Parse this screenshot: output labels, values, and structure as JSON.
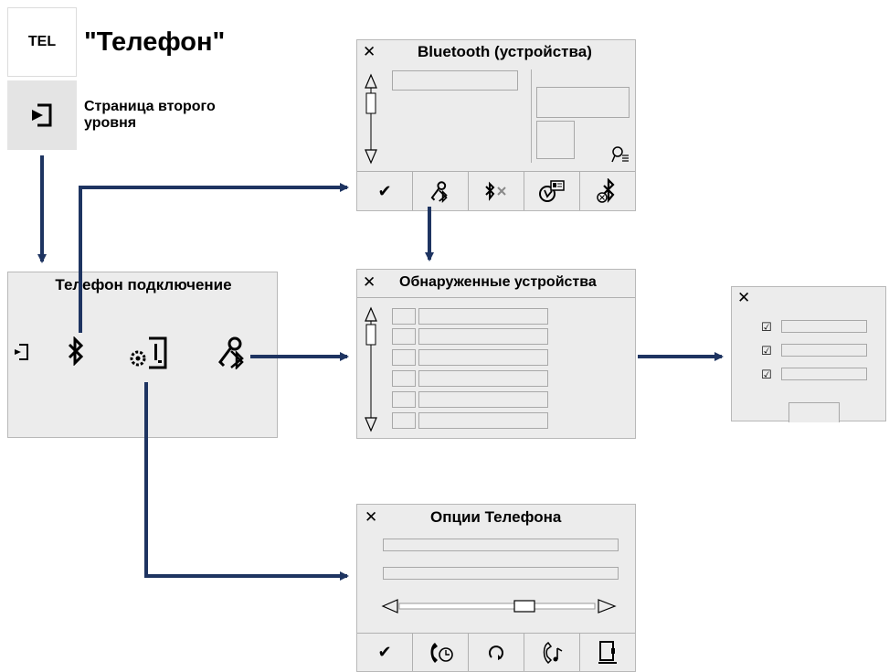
{
  "colors": {
    "arrow": "#1e3461",
    "panel_bg": "#ececec",
    "border": "#b8b8b8"
  },
  "legend": {
    "tel_label": "TEL",
    "main_title": "\"Телефон\"",
    "second_level_label": "Страница второго уровня"
  },
  "phone_connection": {
    "title": "Телефон подключение",
    "icons": [
      "exit-icon",
      "bluetooth-icon",
      "phone-settings-icon",
      "pairing-icon"
    ]
  },
  "bluetooth_devices": {
    "close": "✕",
    "title": "Bluetooth (устройства)",
    "toolbar": [
      "confirm-icon",
      "pairing-icon",
      "bluetooth-disconnect-icon",
      "contact-sync-icon",
      "bluetooth-delete-icon"
    ]
  },
  "found_devices": {
    "close": "✕",
    "title": "Обнаруженные устройства",
    "rows": 6
  },
  "options_dialog": {
    "close": "✕",
    "checkbox_rows": 3
  },
  "phone_options": {
    "close": "✕",
    "title": "Опции Телефона",
    "toolbar": [
      "confirm-icon",
      "call-history-icon",
      "refresh-icon",
      "ringtone-icon",
      "phonebook-icon"
    ]
  }
}
